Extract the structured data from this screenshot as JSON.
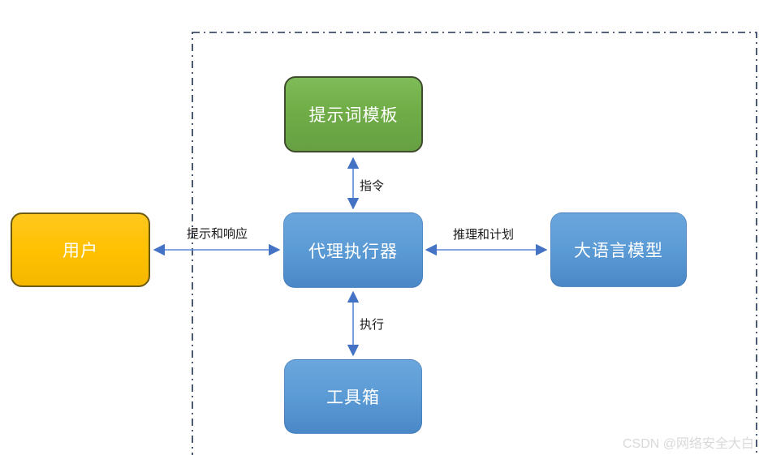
{
  "diagram": {
    "nodes": {
      "prompt_template": {
        "label": "提示词模板"
      },
      "user": {
        "label": "用户"
      },
      "agent_executor": {
        "label": "代理执行器"
      },
      "llm": {
        "label": "大语言模型"
      },
      "toolbox": {
        "label": "工具箱"
      }
    },
    "edges": {
      "instruction": {
        "label": "指令",
        "between": "prompt_template-agent_executor",
        "direction": "bidirectional"
      },
      "prompt_response": {
        "label": "提示和响应",
        "between": "user-agent_executor",
        "direction": "bidirectional"
      },
      "reasoning_planning": {
        "label": "推理和计划",
        "between": "agent_executor-llm",
        "direction": "bidirectional"
      },
      "execute": {
        "label": "执行",
        "between": "agent_executor-toolbox",
        "direction": "bidirectional"
      }
    },
    "colors": {
      "node_green": "#70ad47",
      "node_yellow": "#ffc000",
      "node_blue": "#5b9bd5",
      "connector_line": "#5b87d5",
      "connector_arrowhead": "#4472c4",
      "boundary_dashdot": "#1f3250",
      "watermark_gray": "#d9d9d9"
    },
    "watermark": "CSDN @网络安全大白"
  }
}
